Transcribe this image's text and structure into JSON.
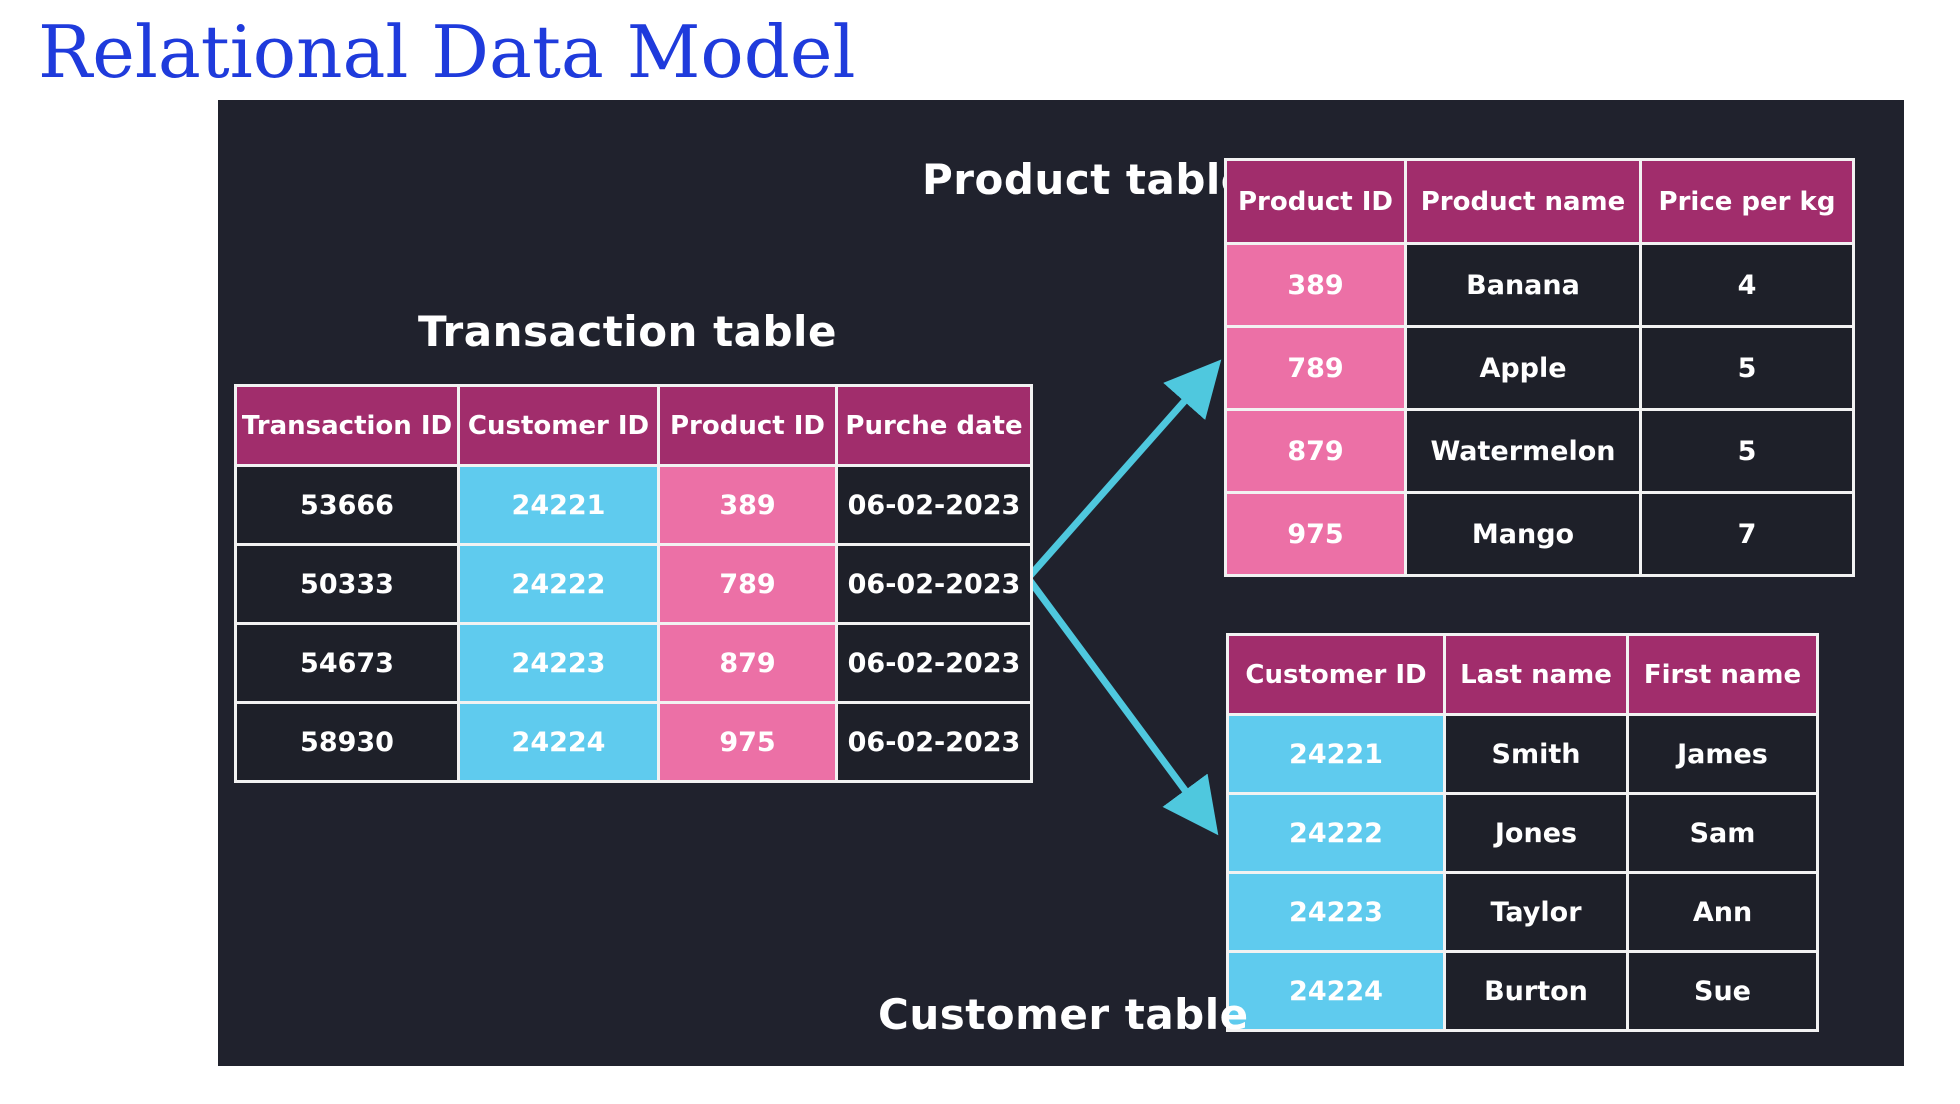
{
  "page": {
    "title": "Relational Data Model"
  },
  "colors": {
    "title": "#1f3bdc",
    "background": "#20222d",
    "header": "#a12d6c",
    "customer_key": "#5fcbee",
    "product_key": "#ec70a6",
    "cell": "#1e2029",
    "arrow": "#4fc8de"
  },
  "transaction_table": {
    "title": "Transaction table",
    "headers": [
      "Transaction ID",
      "Customer ID",
      "Product ID",
      "Purche date"
    ],
    "rows": [
      [
        "53666",
        "24221",
        "389",
        "06-02-2023"
      ],
      [
        "50333",
        "24222",
        "789",
        "06-02-2023"
      ],
      [
        "54673",
        "24223",
        "879",
        "06-02-2023"
      ],
      [
        "58930",
        "24224",
        "975",
        "06-02-2023"
      ]
    ]
  },
  "product_table": {
    "title": "Product table",
    "headers": [
      "Product ID",
      "Product name",
      "Price per kg"
    ],
    "rows": [
      [
        "389",
        "Banana",
        "4"
      ],
      [
        "789",
        "Apple",
        "5"
      ],
      [
        "879",
        "Watermelon",
        "5"
      ],
      [
        "975",
        "Mango",
        "7"
      ]
    ]
  },
  "customer_table": {
    "title": "Customer table",
    "headers": [
      "Customer ID",
      "Last name",
      "First name"
    ],
    "rows": [
      [
        "24221",
        "Smith",
        "James"
      ],
      [
        "24222",
        "Jones",
        "Sam"
      ],
      [
        "24223",
        "Taylor",
        "Ann"
      ],
      [
        "24224",
        "Burton",
        "Sue"
      ]
    ]
  }
}
